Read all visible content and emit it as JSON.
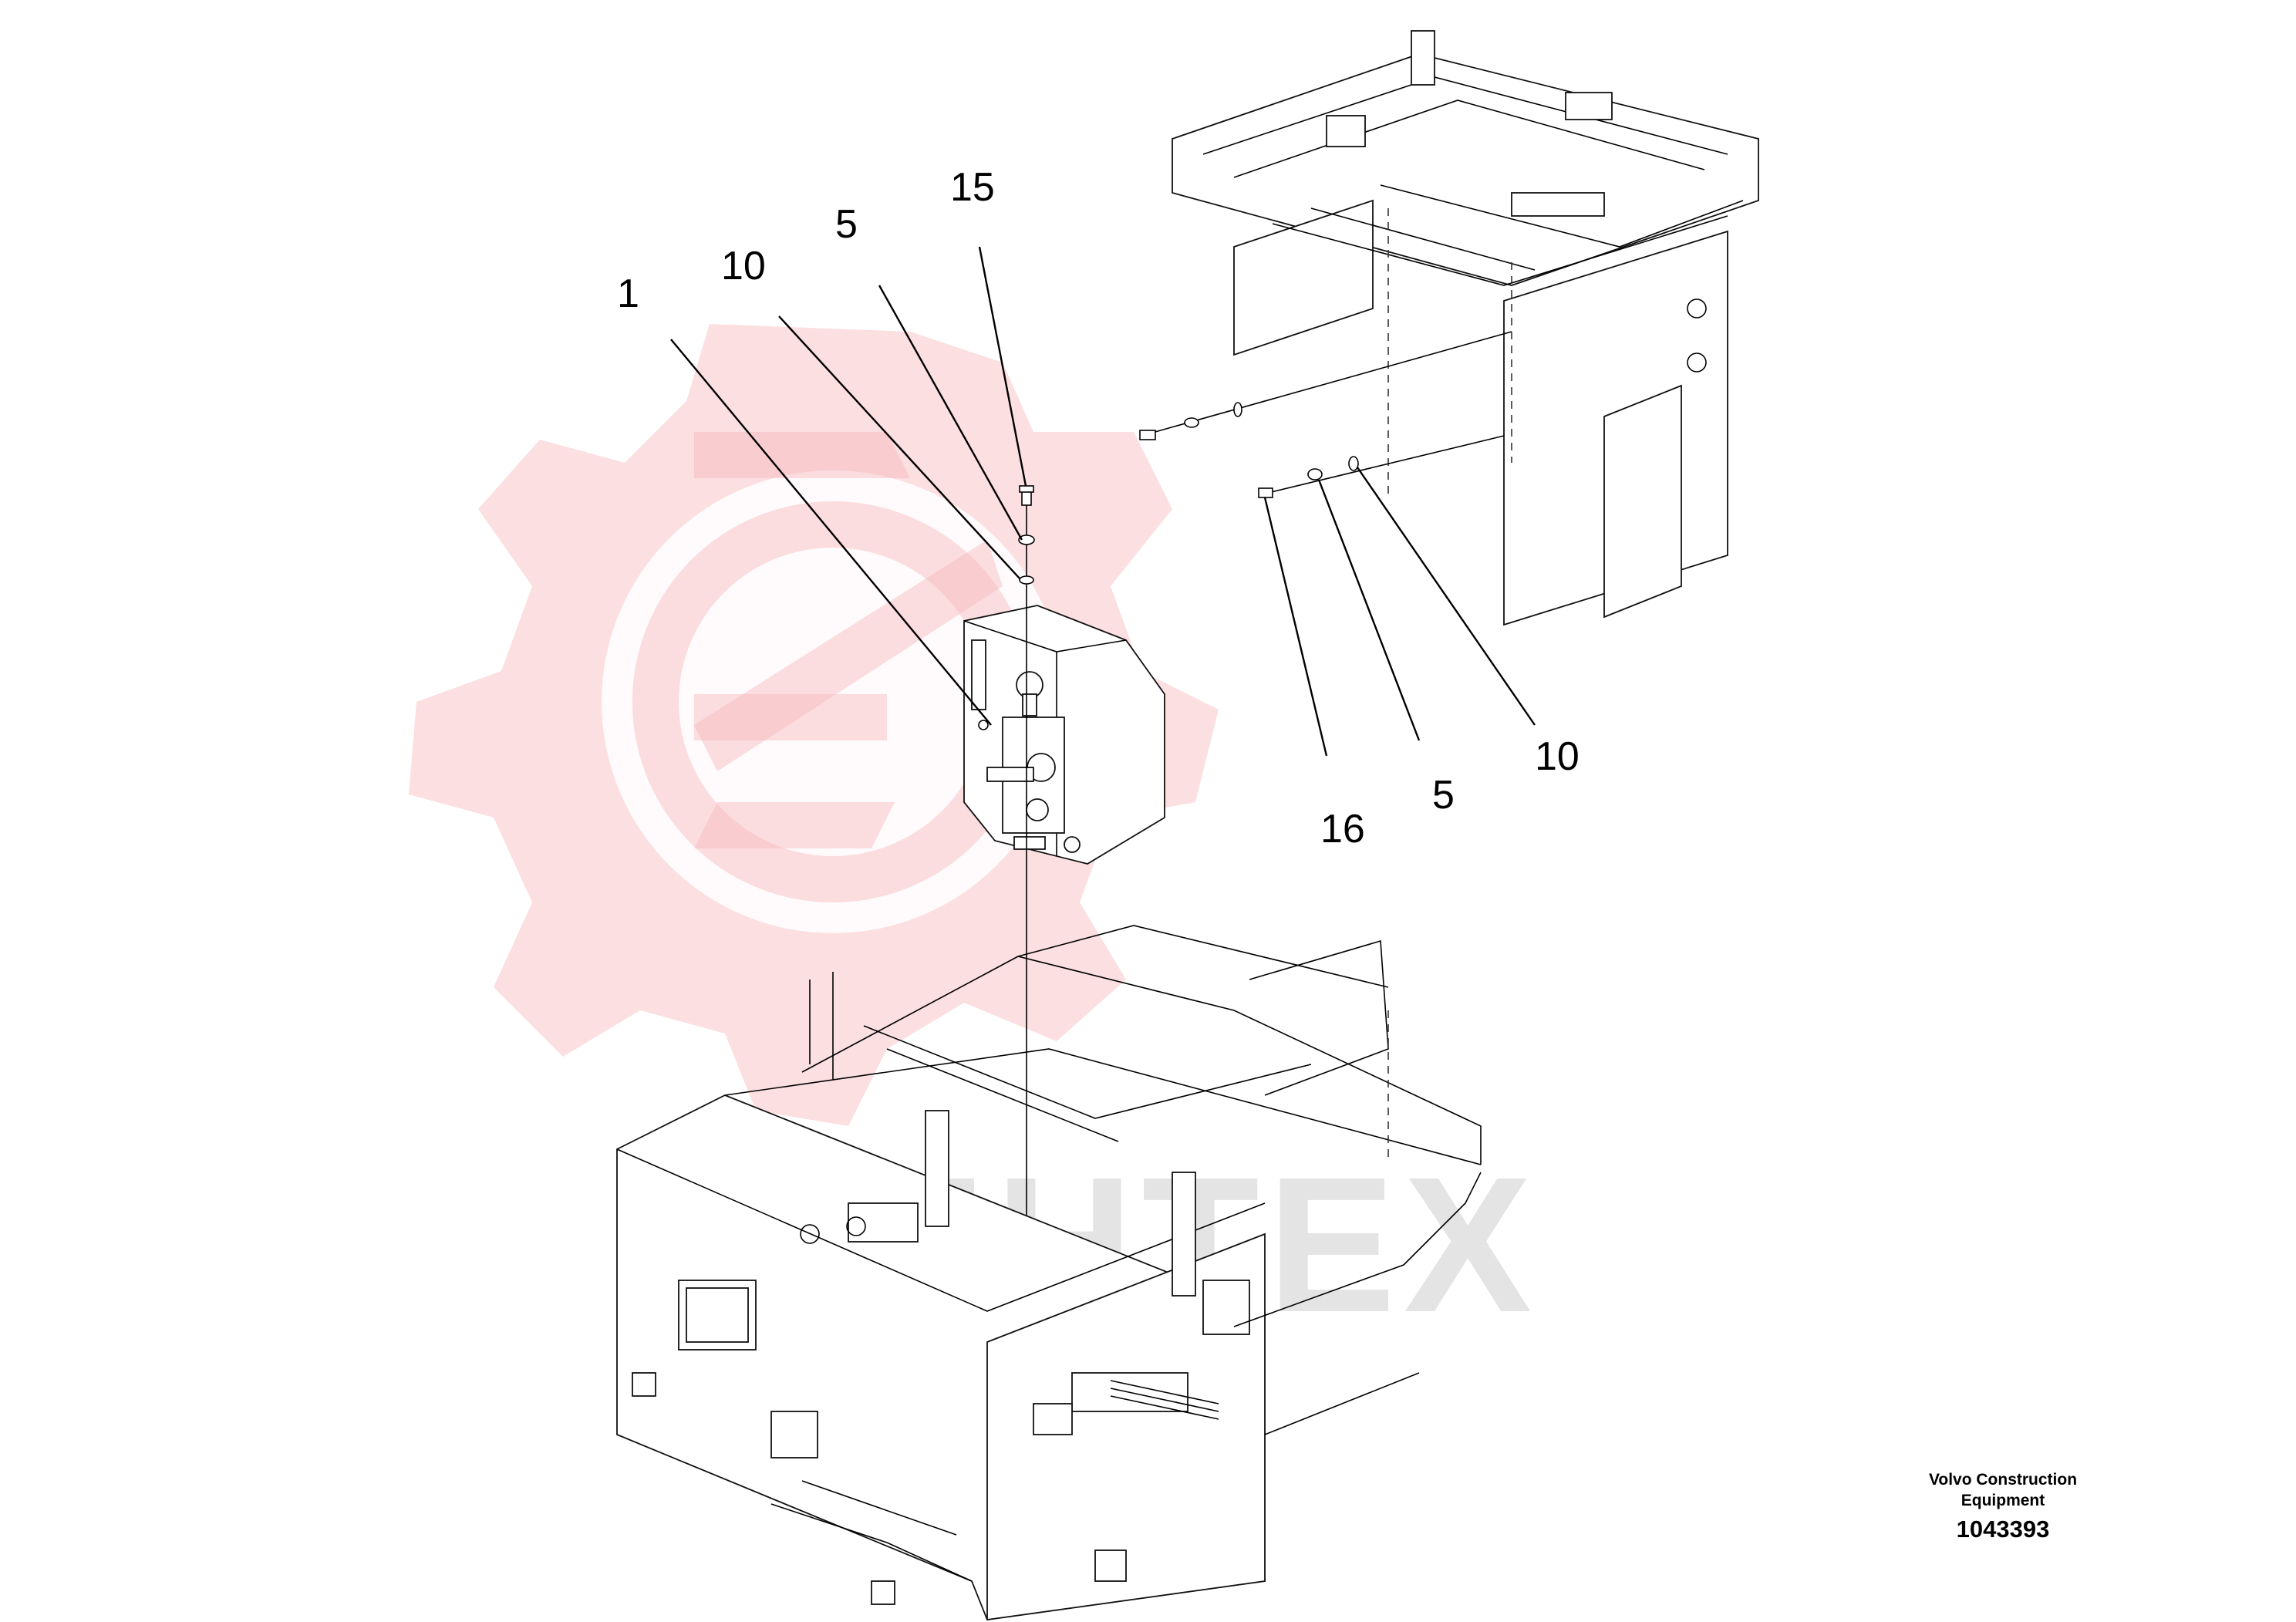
{
  "drawing": {
    "publisher": "Volvo Construction Equipment",
    "drawing_number": "1043393",
    "watermark_text": "ИНТЕХ",
    "callouts": [
      "1",
      "10",
      "5",
      "15",
      "16",
      "5",
      "10"
    ]
  },
  "colors": {
    "line": "#000000",
    "watermark_red": "#f6b8bd",
    "watermark_gray": "#cfcfcf"
  }
}
